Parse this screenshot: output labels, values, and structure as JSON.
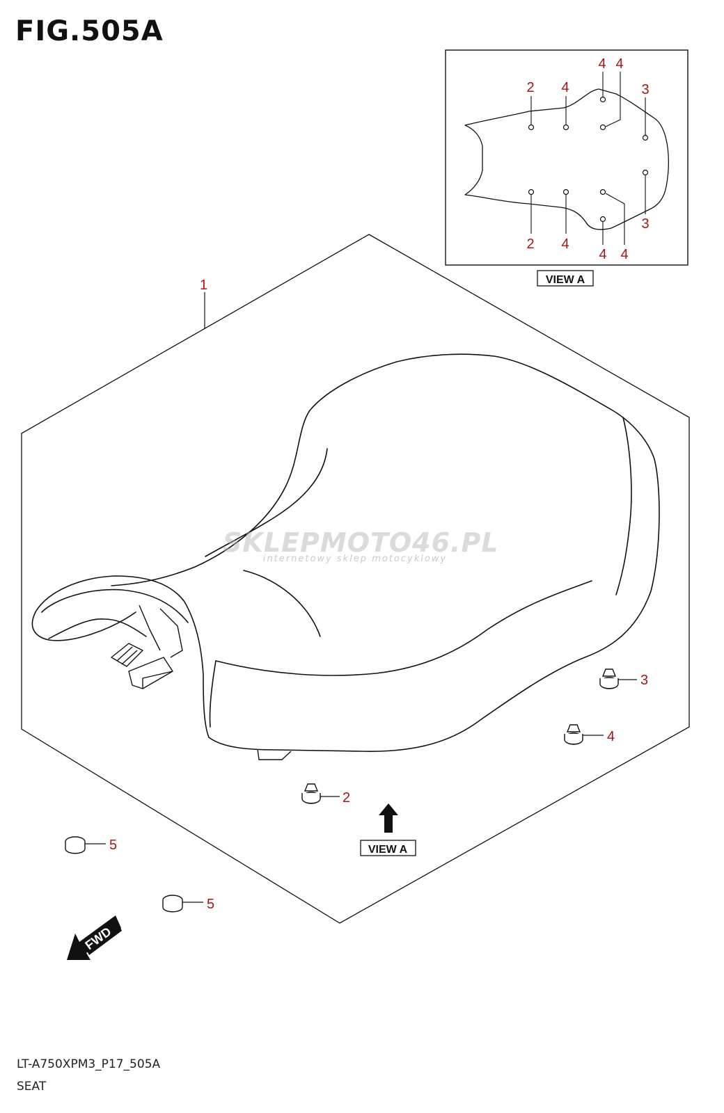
{
  "figure": {
    "title": "FIG.505A"
  },
  "view_label": "VIEW A",
  "fwd_label": "FWD",
  "callouts": {
    "seat": "1",
    "part2": "2",
    "part3": "3",
    "part4": "4",
    "part5": "5"
  },
  "view_a_labels": [
    "2",
    "4",
    "4",
    "4",
    "3",
    "2",
    "4",
    "4",
    "4",
    "3"
  ],
  "footer": {
    "code": "LT-A750XPM3_P17_505A",
    "name": "SEAT"
  },
  "watermark": {
    "main": "SKLEPMOTO46.PL",
    "sub": "internetowy sklep motocyklowy"
  },
  "colors": {
    "callout": "#a8141a",
    "line": "#111111"
  }
}
